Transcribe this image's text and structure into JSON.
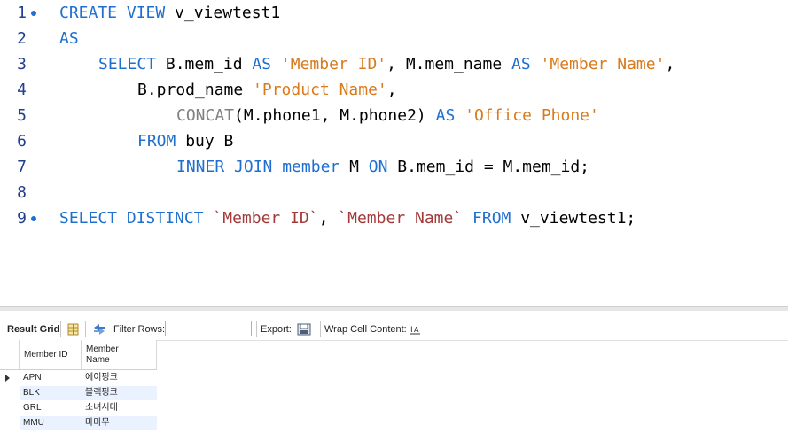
{
  "editor": {
    "lines": [
      {
        "num": "1",
        "dot": true,
        "indent": 0,
        "tokens": [
          {
            "t": "kw",
            "v": "CREATE VIEW "
          },
          {
            "t": "pl",
            "v": "v_viewtest1"
          }
        ]
      },
      {
        "num": "2",
        "dot": false,
        "indent": 0,
        "tokens": [
          {
            "t": "kw",
            "v": "AS"
          }
        ]
      },
      {
        "num": "3",
        "dot": false,
        "indent": 4,
        "tokens": [
          {
            "t": "kw",
            "v": "SELECT "
          },
          {
            "t": "pl",
            "v": "B.mem_id "
          },
          {
            "t": "kw",
            "v": "AS "
          },
          {
            "t": "str",
            "v": "'Member ID'"
          },
          {
            "t": "pl",
            "v": ", M.mem_name "
          },
          {
            "t": "kw",
            "v": "AS "
          },
          {
            "t": "str",
            "v": "'Member Name'"
          },
          {
            "t": "pl",
            "v": ","
          }
        ]
      },
      {
        "num": "4",
        "dot": false,
        "indent": 8,
        "tokens": [
          {
            "t": "pl",
            "v": "B.prod_name "
          },
          {
            "t": "str",
            "v": "'Product Name'"
          },
          {
            "t": "pl",
            "v": ","
          }
        ]
      },
      {
        "num": "5",
        "dot": false,
        "indent": 12,
        "tokens": [
          {
            "t": "fn",
            "v": "CONCAT"
          },
          {
            "t": "pl",
            "v": "(M.phone1, M.phone2) "
          },
          {
            "t": "kw",
            "v": "AS "
          },
          {
            "t": "str",
            "v": "'Office Phone'"
          }
        ]
      },
      {
        "num": "6",
        "dot": false,
        "indent": 8,
        "tokens": [
          {
            "t": "kw",
            "v": "FROM "
          },
          {
            "t": "pl",
            "v": "buy B"
          }
        ]
      },
      {
        "num": "7",
        "dot": false,
        "indent": 12,
        "tokens": [
          {
            "t": "kw",
            "v": "INNER JOIN "
          },
          {
            "t": "kw",
            "v": "member "
          },
          {
            "t": "pl",
            "v": "M "
          },
          {
            "t": "kw",
            "v": "ON "
          },
          {
            "t": "pl",
            "v": "B.mem_id = M.mem_id;"
          }
        ]
      },
      {
        "num": "8",
        "dot": false,
        "indent": 0,
        "tokens": []
      },
      {
        "num": "9",
        "dot": true,
        "indent": 0,
        "tokens": [
          {
            "t": "kw",
            "v": "SELECT DISTINCT "
          },
          {
            "t": "bt",
            "v": "`Member ID`"
          },
          {
            "t": "pl",
            "v": ", "
          },
          {
            "t": "bt",
            "v": "`Member Name`"
          },
          {
            "t": "pl",
            "v": " "
          },
          {
            "t": "kw",
            "v": "FROM "
          },
          {
            "t": "pl",
            "v": "v_viewtest1;"
          }
        ]
      }
    ]
  },
  "toolbar": {
    "result_grid": "Result Grid",
    "filter_rows": "Filter Rows:",
    "filter_value": "",
    "export": "Export:",
    "wrap_cell": "Wrap Cell Content:",
    "icons": [
      "grid-view-icon",
      "refresh-arrows-icon",
      "export-icon",
      "wrap-text-icon"
    ]
  },
  "grid": {
    "columns": [
      "Member ID",
      "Member\nName"
    ],
    "rows": [
      [
        "APN",
        "에이핑크"
      ],
      [
        "BLK",
        "블랙핑크"
      ],
      [
        "GRL",
        "소녀시대"
      ],
      [
        "MMU",
        "마마무"
      ]
    ]
  },
  "colors": {
    "keyword": "#1f6fd0",
    "string": "#d97a1c",
    "backtick": "#a33a3a",
    "function": "#808080",
    "row_alt": "#eaf1ff"
  }
}
